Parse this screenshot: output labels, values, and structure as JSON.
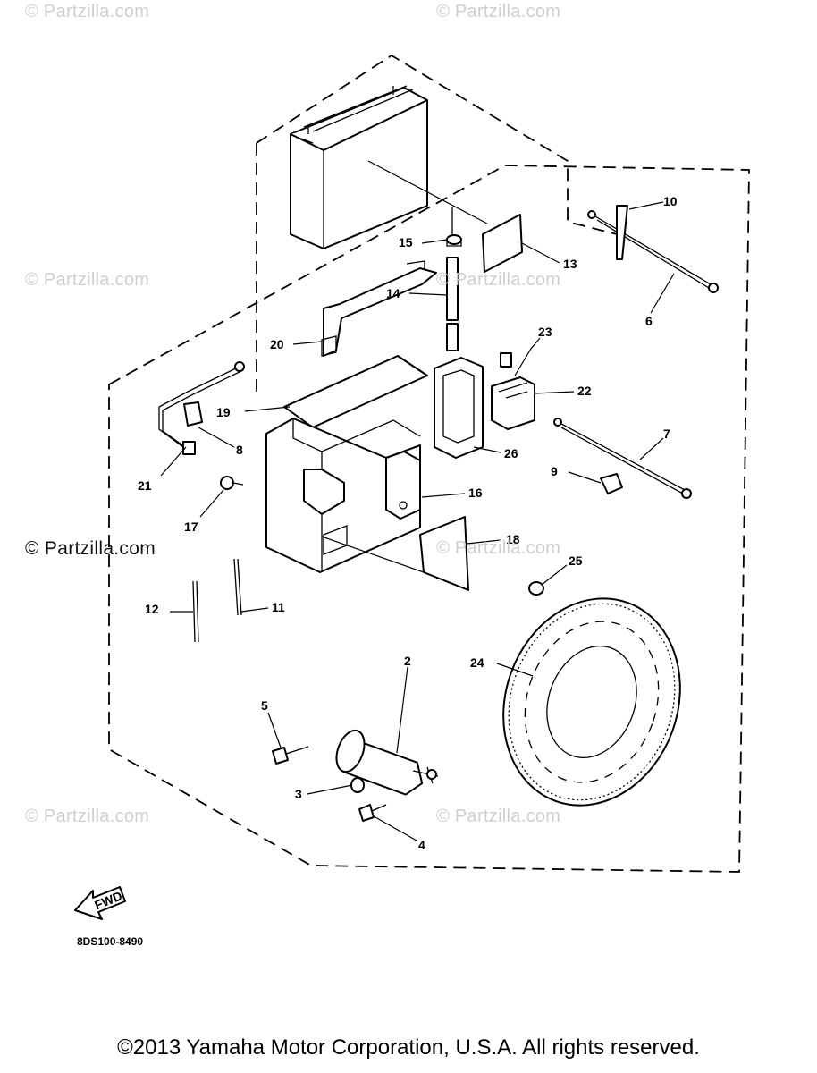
{
  "watermarks": [
    {
      "id": "wm-1",
      "text": "© Partzilla.com"
    },
    {
      "id": "wm-2",
      "text": "© Partzilla.com"
    },
    {
      "id": "wm-3",
      "text": "© Partzilla.com"
    },
    {
      "id": "wm-4",
      "text": "© Partzilla.com"
    },
    {
      "id": "wm-5",
      "text": "© Partzilla.com"
    },
    {
      "id": "wm-6",
      "text": "© Partzilla.com"
    },
    {
      "id": "wm-7",
      "text": "© Partzilla.com"
    },
    {
      "id": "wm-8",
      "text": "© Partzilla.com"
    }
  ],
  "callouts": {
    "c2": "2",
    "c3": "3",
    "c4": "4",
    "c5": "5",
    "c6": "6",
    "c7": "7",
    "c8": "8",
    "c9": "9",
    "c10": "10",
    "c11": "11",
    "c12": "12",
    "c13": "13",
    "c14": "14",
    "c15": "15",
    "c16": "16",
    "c17": "17",
    "c18": "18",
    "c19": "19",
    "c20": "20",
    "c21": "21",
    "c22": "22",
    "c23": "23",
    "c24": "24",
    "c25": "25",
    "c26": "26"
  },
  "fwd_label": "FWD",
  "diagram_code": "8DS100-8490",
  "copyright": "©2013  Yamaha Motor Corporation, U.S.A. All rights reserved."
}
